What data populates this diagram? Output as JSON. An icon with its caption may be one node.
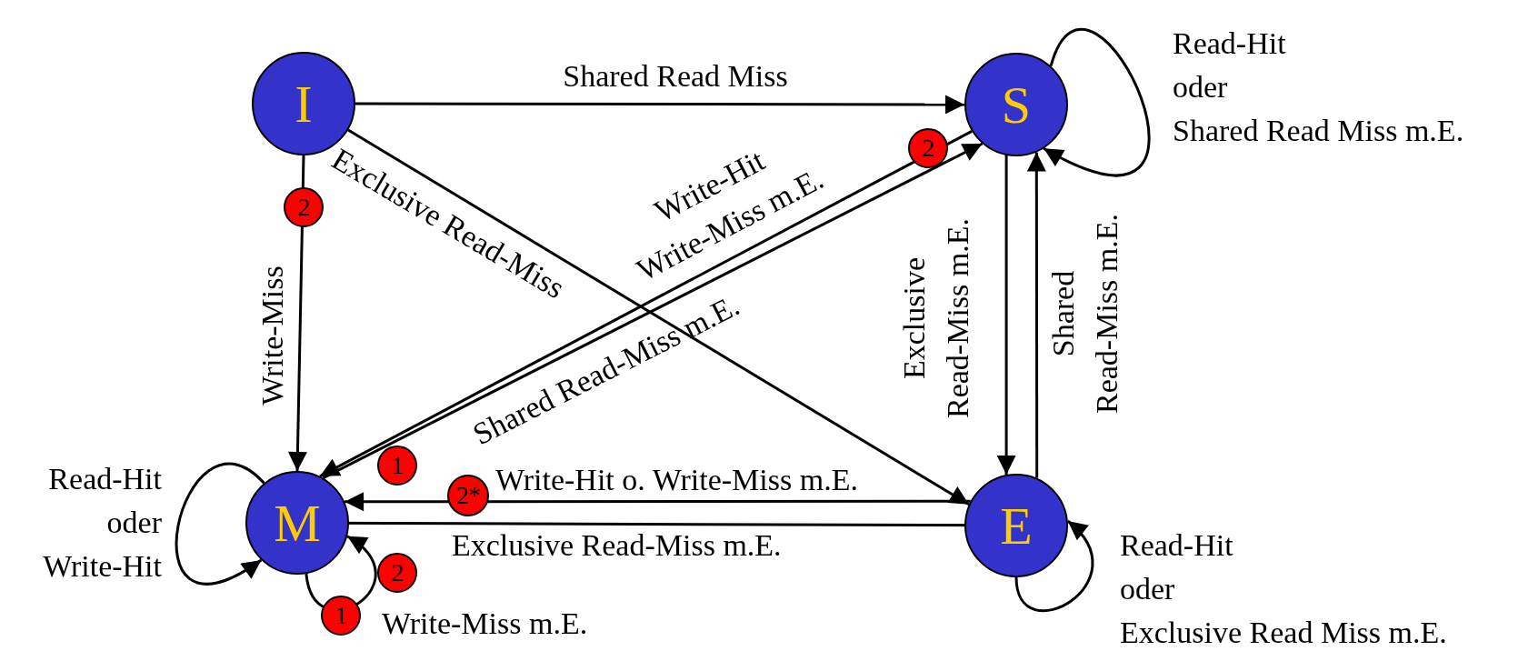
{
  "diagram": {
    "nodes": [
      {
        "text": [
          "I"
        ]
      },
      {
        "text": [
          "S"
        ]
      },
      {
        "text": [
          "M"
        ]
      },
      {
        "text": [
          "E"
        ]
      }
    ],
    "edges": [
      {
        "from": 0,
        "to": 1,
        "arrow": "to",
        "label": "Shared Read Miss"
      },
      {
        "from": 0,
        "to": 3,
        "arrow": "to",
        "label": "Exclusive Read-Miss"
      },
      {
        "from": 0,
        "to": 2,
        "arrow": "to",
        "label": "Write-Miss"
      },
      {
        "from": 1,
        "to": 2,
        "arrow": "to",
        "label": "Write-Hit Write-Miss m.E."
      },
      {
        "from": 2,
        "to": 1,
        "arrow": "to",
        "label": "Shared Read-Miss m.E."
      },
      {
        "from": 1,
        "to": 3,
        "arrow": "to",
        "label": "Exclusive Read-Miss m.E."
      },
      {
        "from": 3,
        "to": 1,
        "arrow": "to",
        "label": "Shared Read-Miss m.E."
      },
      {
        "from": 1,
        "to": 1,
        "arrow": "to",
        "label": "Read-Hit oder Shared Read Miss m.E."
      },
      {
        "from": 3,
        "to": 2,
        "arrow": "to",
        "label": "Write-Hit o. Write-Miss m.E."
      },
      {
        "from": 2,
        "to": 3,
        "arrow": "to",
        "label": "Exclusive Read-Miss m.E."
      },
      {
        "from": 2,
        "to": 2,
        "arrow": "to",
        "label": "Read-Hit oder Write-Hit"
      },
      {
        "from": 2,
        "to": 2,
        "arrow": "to",
        "label": "Write-Miss m.E."
      },
      {
        "from": 3,
        "to": 3,
        "arrow": "to",
        "label": "Read-Hit oder Exclusive Read Miss m.E."
      }
    ],
    "labels": [
      "2",
      "2",
      "1",
      "2*",
      "2",
      "1"
    ]
  }
}
